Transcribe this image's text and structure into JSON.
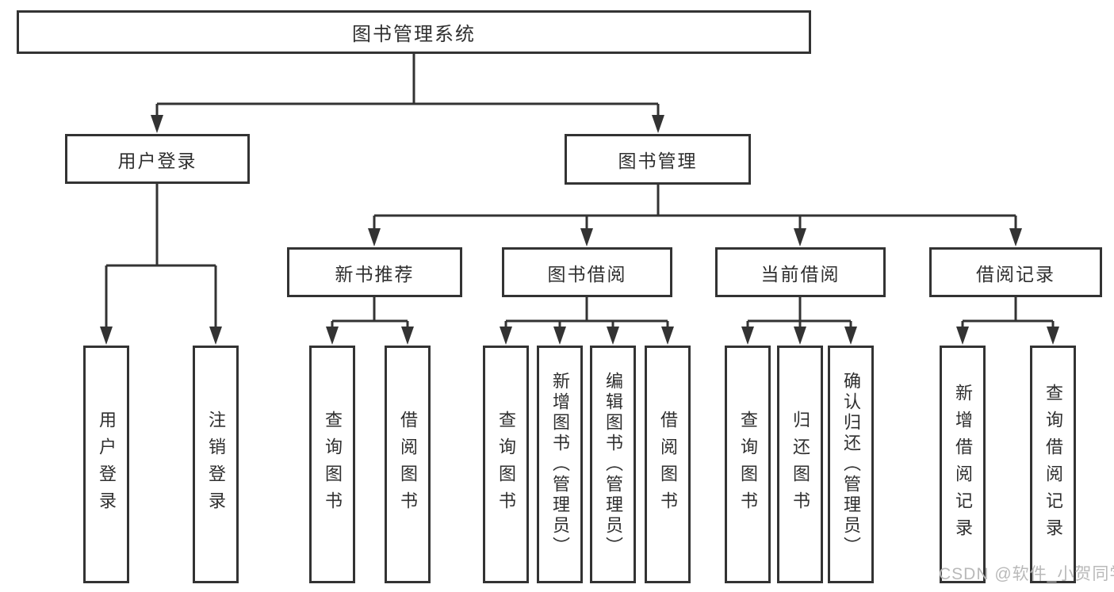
{
  "diagram": {
    "root": {
      "label": "图书管理系统"
    },
    "branches": [
      {
        "label": "用户登录",
        "children": [
          "用户登录",
          "注销登录"
        ]
      },
      {
        "label": "图书管理",
        "sections": [
          {
            "label": "新书推荐",
            "children": [
              "查询图书",
              "借阅图书"
            ]
          },
          {
            "label": "图书借阅",
            "children": [
              "查询图书",
              "新增图书（管理员）",
              "编辑图书（管理员）",
              "借阅图书"
            ]
          },
          {
            "label": "当前借阅",
            "children": [
              "查询图书",
              "归还图书",
              "确认归还（管理员）"
            ]
          },
          {
            "label": "借阅记录",
            "children": [
              "新增借阅记录",
              "查询借阅记录"
            ]
          }
        ]
      }
    ]
  },
  "watermark": "CSDN @软件_小贺同学",
  "colors": {
    "line": "#333333",
    "border": "#333333",
    "text": "#2f2f2f",
    "watermark": "#b9b9b9",
    "background": "#ffffff"
  }
}
